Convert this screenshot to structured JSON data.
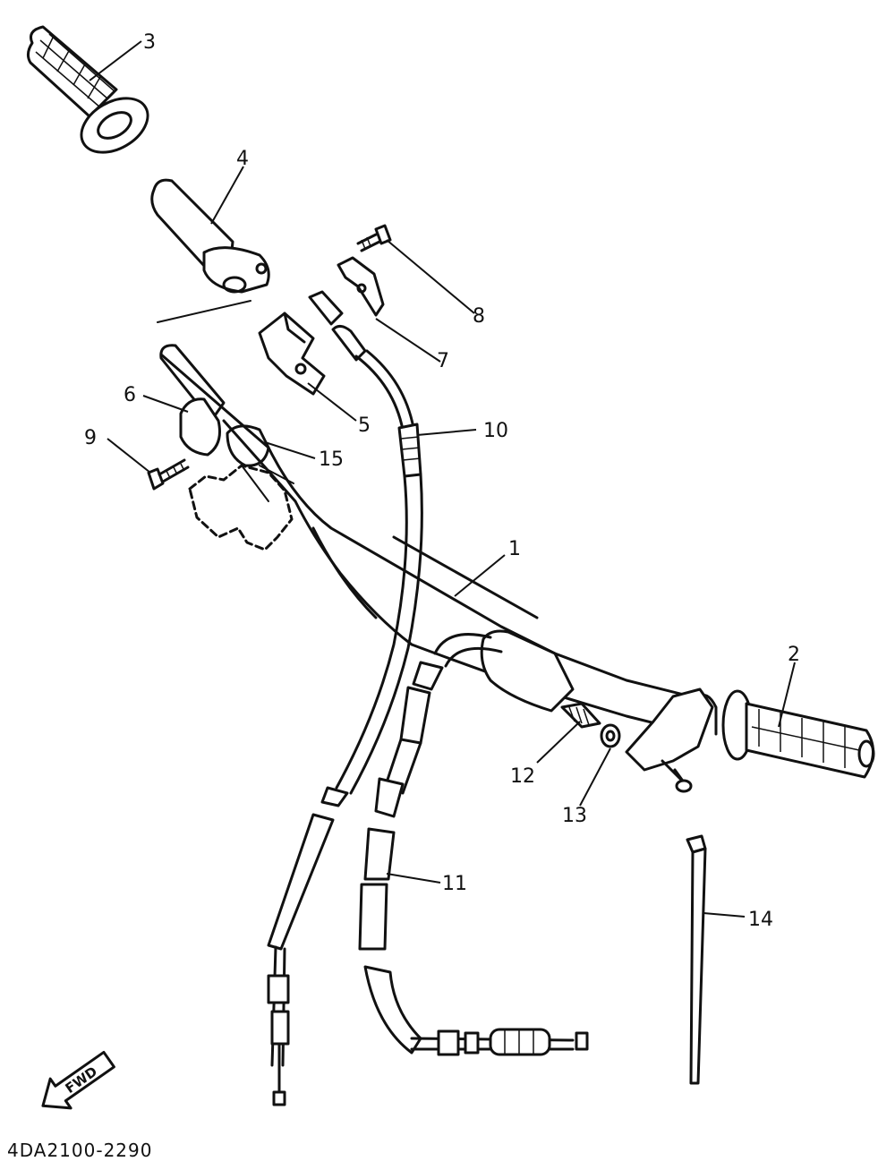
{
  "diagram": {
    "callouts": [
      "1",
      "2",
      "3",
      "4",
      "5",
      "6",
      "7",
      "8",
      "9",
      "10",
      "11",
      "12",
      "13",
      "14",
      "15"
    ],
    "fwd_label": "FWD",
    "part_code": "4DA2100-2290"
  }
}
